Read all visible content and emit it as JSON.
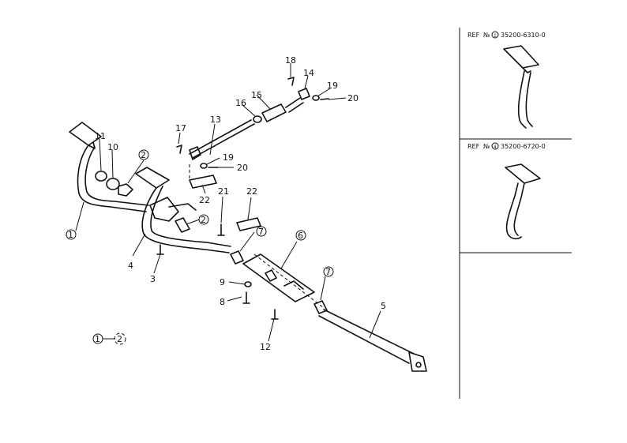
{
  "callouts": {
    "c1": "1",
    "c2a": "2",
    "c2b": "2",
    "c3": "3",
    "c4": "4",
    "c5": "5",
    "c6": "6",
    "c7a": "7",
    "c7b": "7",
    "c8": "8",
    "c9": "9",
    "c10": "10",
    "c11": "11",
    "c12": "12",
    "c13": "13",
    "c14": "14",
    "c15": "15",
    "c16": "16",
    "c17": "17",
    "c18": "18",
    "c19a": "19",
    "c19b": "19",
    "c20a": "20",
    "c20b": "20",
    "c21": "21",
    "c22a": "22",
    "c22b": "22"
  },
  "legend": {
    "left": "1",
    "right": "2"
  },
  "ref_panels": [
    {
      "prefix": "REF",
      "no_label": "№",
      "circled": "1",
      "part_no": "35200-6310-0"
    },
    {
      "prefix": "REF",
      "no_label": "№",
      "circled": "4",
      "part_no": "35200-6720-0"
    }
  ]
}
